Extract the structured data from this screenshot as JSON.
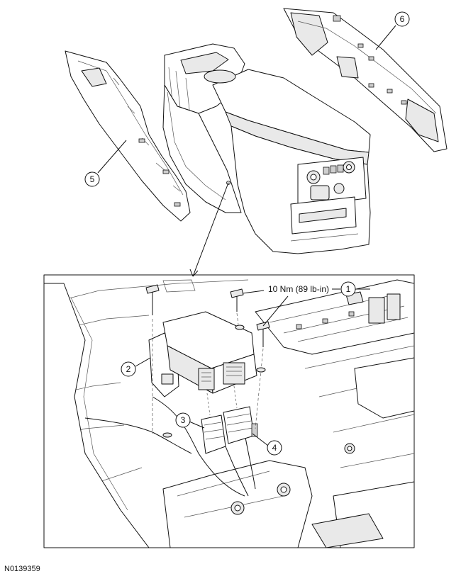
{
  "callouts": [
    {
      "id": "1",
      "label": "1"
    },
    {
      "id": "2",
      "label": "2"
    },
    {
      "id": "3",
      "label": "3"
    },
    {
      "id": "4",
      "label": "4"
    },
    {
      "id": "5",
      "label": "5"
    },
    {
      "id": "6",
      "label": "6"
    }
  ],
  "torque_spec": "10 Nm (89 lb-in)",
  "figure_id": "N0139359"
}
